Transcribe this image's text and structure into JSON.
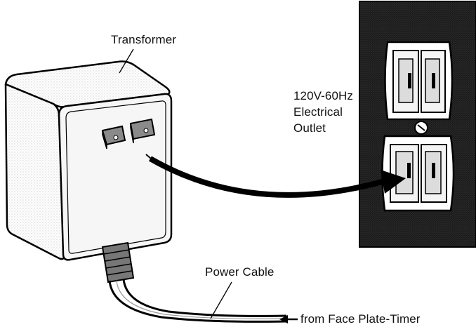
{
  "labels": {
    "transformer": "Transformer",
    "outlet_line1": "120V-60Hz",
    "outlet_line2": "Electrical",
    "outlet_line3": "Outlet",
    "power_cable": "Power Cable",
    "from_timer": "from Face Plate-Timer"
  },
  "colors": {
    "ink": "#111111",
    "wall_plate": "#1a1a1a",
    "transformer_body": "#f2f2f2",
    "transformer_shadow": "#cfcfcf"
  }
}
